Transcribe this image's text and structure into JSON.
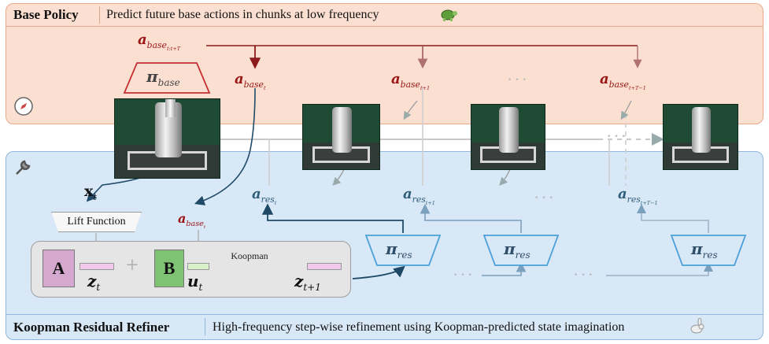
{
  "base_policy": {
    "title": "Base Policy",
    "description": "Predict future base actions in chunks at low frequency"
  },
  "refiner": {
    "title": "Koopman Residual Refiner",
    "description": "High-frequency step-wise refinement using Koopman-predicted state imagination"
  },
  "labels": {
    "a": "a",
    "base_chunk_sub": "base",
    "base_chunk_range": "t:t+T",
    "pi": "π",
    "pi_base_sub": "base",
    "pi_res_sub": "res",
    "base": "base",
    "res": "res",
    "t": "t",
    "t1": "t+1",
    "tT1": "t+T−1",
    "x": "x",
    "z": "z",
    "u": "u",
    "A": "A",
    "B": "B",
    "lift_function": "Lift Function",
    "koopman": "Koopman",
    "ellipsis": "···"
  },
  "colors": {
    "base_panel": "#fbe0d2",
    "refiner_panel": "#d8e8f6",
    "base_action": "#9a1414",
    "residual_action": "#2f5d7a",
    "matrix_a": "#d4a8cf",
    "matrix_b": "#7fc273"
  },
  "icons": {
    "base_panel_icon": "compass-icon",
    "refiner_icon": "wrench-icon",
    "base_speed_icon": "turtle-icon",
    "refiner_speed_icon": "rabbit-icon"
  }
}
